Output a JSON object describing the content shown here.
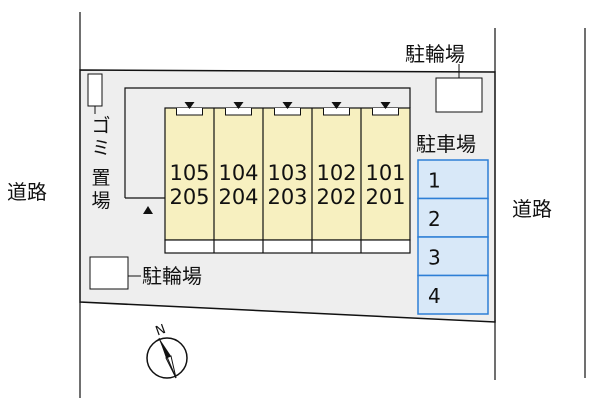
{
  "labels": {
    "road_left": "道路",
    "road_right": "道路",
    "bike_parking_top": "駐輪場",
    "bike_parking_bottom": "駐輪場",
    "car_parking": "駐車場",
    "garbage": "ゴミ置場",
    "north": "N"
  },
  "units": [
    {
      "lower": "105",
      "upper": "205"
    },
    {
      "lower": "104",
      "upper": "204"
    },
    {
      "lower": "103",
      "upper": "203"
    },
    {
      "lower": "102",
      "upper": "202"
    },
    {
      "lower": "101",
      "upper": "201"
    }
  ],
  "parking_spaces": [
    "1",
    "2",
    "3",
    "4"
  ],
  "colors": {
    "lot_fill": "#eeeeee",
    "building_fill": "#f7f0c0",
    "parking_fill": "#d8e8f8",
    "parking_stroke": "#2e7fd6",
    "line": "#111111"
  }
}
